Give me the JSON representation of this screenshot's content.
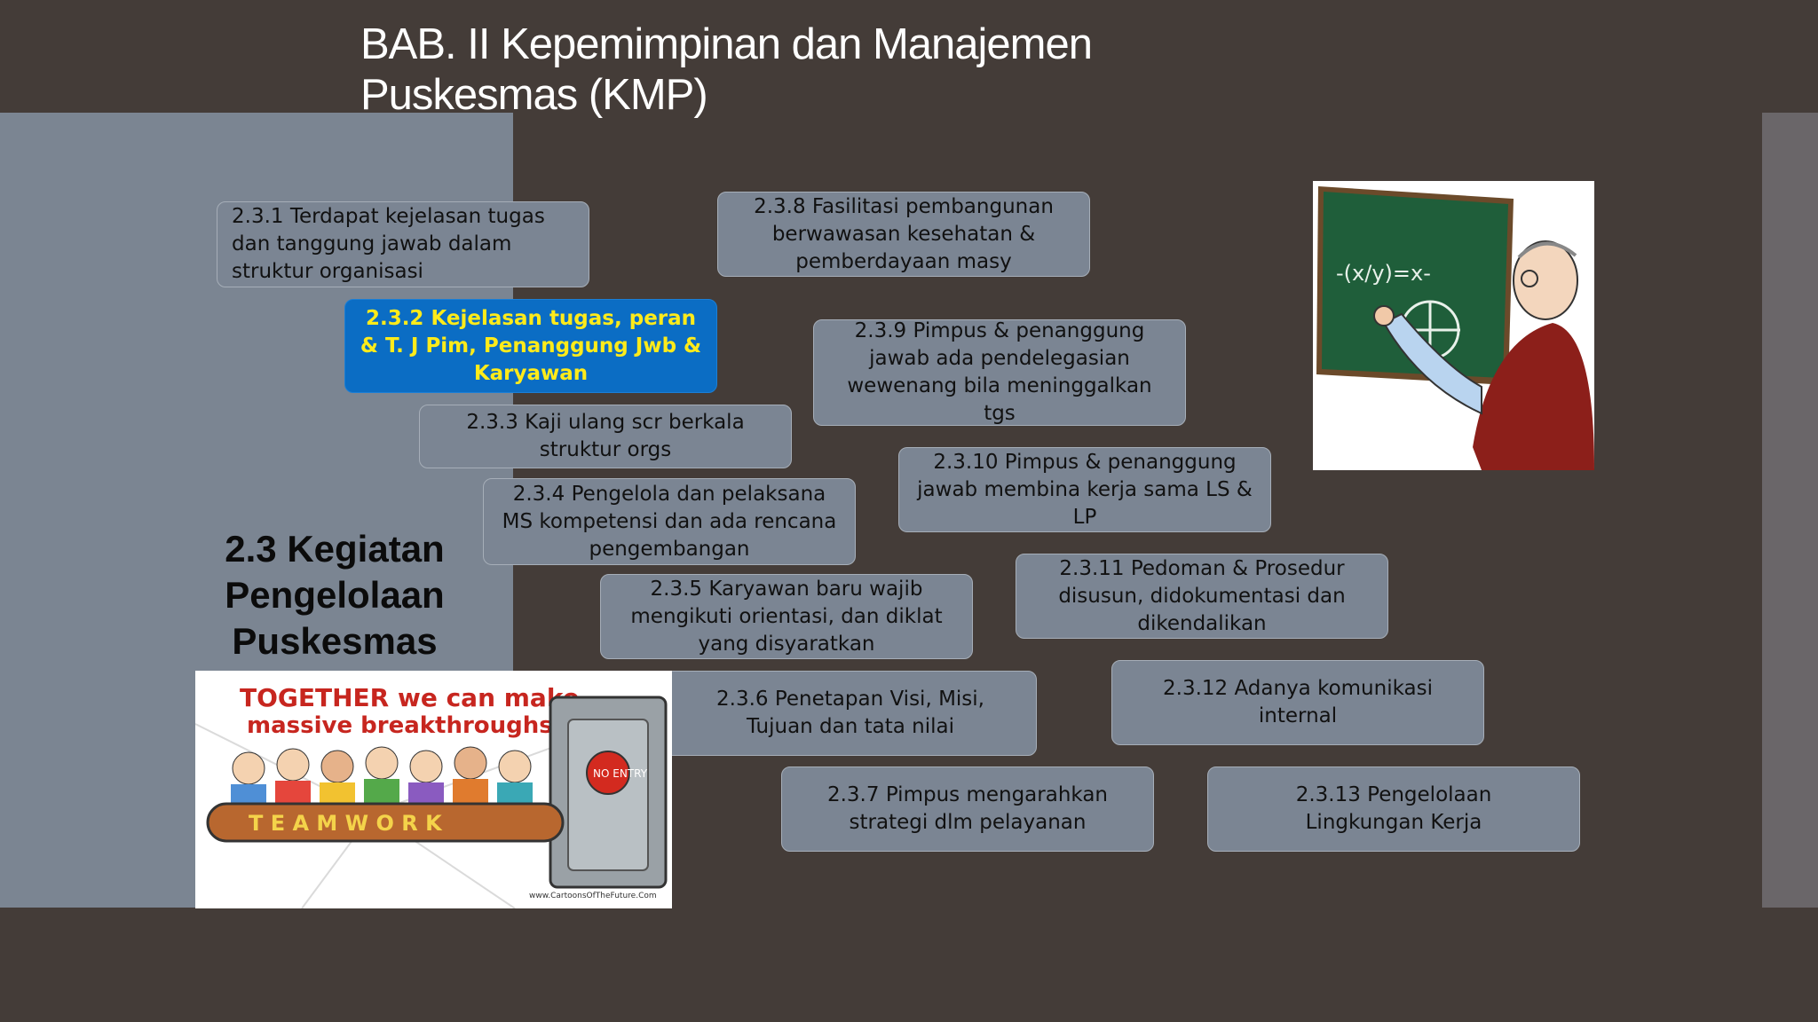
{
  "slide": {
    "title_line1": "BAB. II Kepemimpinan dan Manajemen",
    "title_line2": "Puskesmas (KMP)",
    "section_line1": "2.3 Kegiatan",
    "section_line2": "Pengelolaan",
    "section_line3": "Puskesmas"
  },
  "items": [
    {
      "label": "2.3.1 Terdapat kejelasan tugas dan tanggung jawab dalam struktur organisasi"
    },
    {
      "label": "2.3.2 Kejelasan tugas, peran & T. J Pim, Penanggung Jwb & Karyawan"
    },
    {
      "label": "2.3.3 Kaji ulang scr berkala struktur orgs"
    },
    {
      "label": "2.3.4 Pengelola dan pelaksana MS kompetensi dan ada rencana pengembangan"
    },
    {
      "label": "2.3.5 Karyawan baru wajib mengikuti orientasi, dan diklat yang disyaratkan"
    },
    {
      "label": "2.3.6 Penetapan Visi, Misi, Tujuan dan tata nilai"
    },
    {
      "label": "2.3.7 Pimpus  mengarahkan strategi dlm pelayanan"
    },
    {
      "label": "2.3.8 Fasilitasi pembangunan berwawasan kesehatan & pemberdayaan masy"
    },
    {
      "label": "2.3.9 Pimpus & penanggung jawab ada pendelegasian wewenang bila meninggalkan tgs"
    },
    {
      "label": "2.3.10 Pimpus & penanggung jawab membina kerja sama LS   & LP"
    },
    {
      "label": "2.3.11 Pedoman & Prosedur disusun, didokumentasi dan dikendalikan"
    },
    {
      "label": "2.3.12 Adanya komunikasi internal"
    },
    {
      "label": "2.3.13 Pengelolaan Lingkungan Kerja"
    }
  ],
  "teamwork_image": {
    "caption_line1": "TOGETHER we can make",
    "caption_line2": "massive breakthroughs!",
    "banner": "T E A M W O R K",
    "sign": "NO ENTRY",
    "credit": "www.CartoonsOfTheFuture.Com"
  },
  "teacher_image": {
    "board_text": "-(x/y)=x-"
  },
  "colors": {
    "background": "#443c38",
    "panel": "#7b8592",
    "box": "#7b8593",
    "highlight_box": "#0b6dc4",
    "highlight_text": "#ffeb1a"
  }
}
